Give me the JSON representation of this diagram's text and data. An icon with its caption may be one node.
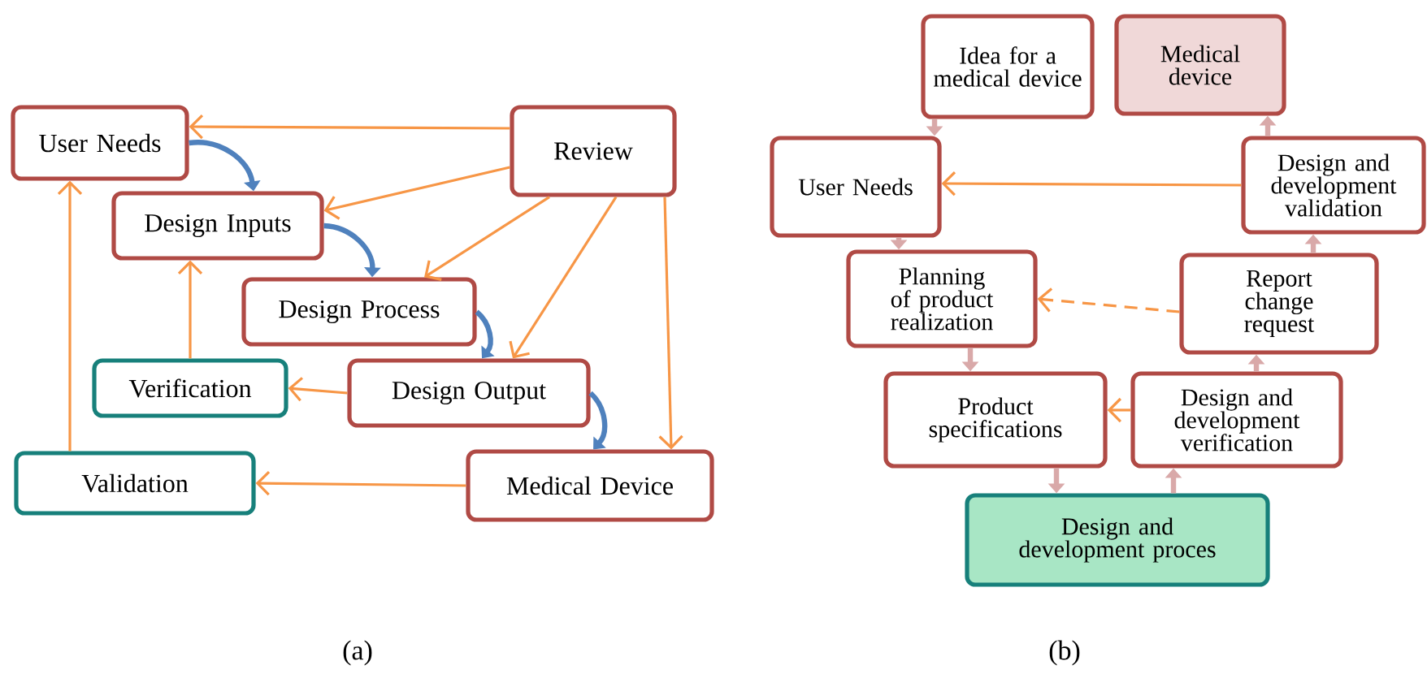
{
  "diagram": {
    "nodes": [
      {
        "text": [
          "User Needs"
        ]
      },
      {
        "text": [
          "Review"
        ]
      },
      {
        "text": [
          "Design Inputs"
        ]
      },
      {
        "text": [
          "Design Process"
        ]
      },
      {
        "text": [
          "Verification"
        ]
      },
      {
        "text": [
          "Design Output"
        ]
      },
      {
        "text": [
          "Validation"
        ]
      },
      {
        "text": [
          "Medical Device"
        ]
      },
      {
        "text": [
          "Idea for a medical device"
        ]
      },
      {
        "text": [
          "Medical device"
        ]
      },
      {
        "text": [
          "User Needs"
        ]
      },
      {
        "text": [
          "Design and development validation"
        ]
      },
      {
        "text": [
          "Planning of product realization"
        ]
      },
      {
        "text": [
          "Report change request"
        ]
      },
      {
        "text": [
          "Product specifications"
        ]
      },
      {
        "text": [
          "Design and development verification"
        ]
      },
      {
        "text": [
          "Design and development proces"
        ]
      }
    ],
    "edges": [
      {
        "from": 0,
        "to": 2,
        "arrow": "to",
        "style": "thick",
        "color": "#4f81bd"
      },
      {
        "from": 2,
        "to": 3,
        "arrow": "to",
        "style": "thick",
        "color": "#4f81bd"
      },
      {
        "from": 3,
        "to": 5,
        "arrow": "to",
        "style": "thick",
        "color": "#4f81bd"
      },
      {
        "from": 5,
        "to": 7,
        "arrow": "to",
        "style": "thick",
        "color": "#4f81bd"
      },
      {
        "from": 1,
        "to": 0,
        "arrow": "to"
      },
      {
        "from": 1,
        "to": 2,
        "arrow": "to"
      },
      {
        "from": 1,
        "to": 3,
        "arrow": "to"
      },
      {
        "from": 1,
        "to": 5,
        "arrow": "to"
      },
      {
        "from": 1,
        "to": 7,
        "arrow": "to"
      },
      {
        "from": 5,
        "to": 4,
        "arrow": "to"
      },
      {
        "from": 4,
        "to": 2,
        "arrow": "to"
      },
      {
        "from": 7,
        "to": 6,
        "arrow": "to"
      },
      {
        "from": 6,
        "to": 0,
        "arrow": "to"
      },
      {
        "from": 8,
        "to": 10,
        "arrow": "to",
        "style": "thick",
        "color": "#d9a9a9"
      },
      {
        "from": 10,
        "to": 12,
        "arrow": "to",
        "style": "thick",
        "color": "#d9a9a9"
      },
      {
        "from": 12,
        "to": 14,
        "arrow": "to",
        "style": "thick",
        "color": "#d9a9a9"
      },
      {
        "from": 14,
        "to": 16,
        "arrow": "to",
        "style": "thick",
        "color": "#d9a9a9"
      },
      {
        "from": 16,
        "to": 15,
        "arrow": "to",
        "style": "thick",
        "color": "#d9a9a9"
      },
      {
        "from": 15,
        "to": 13,
        "arrow": "to",
        "style": "thick",
        "color": "#d9a9a9"
      },
      {
        "from": 13,
        "to": 11,
        "arrow": "to",
        "style": "thick",
        "color": "#d9a9a9"
      },
      {
        "from": 11,
        "to": 9,
        "arrow": "to",
        "style": "thick",
        "color": "#d9a9a9"
      },
      {
        "from": 11,
        "to": 10,
        "arrow": "to"
      },
      {
        "from": 13,
        "to": 12,
        "arrow": "to",
        "style": "dashed"
      },
      {
        "from": 15,
        "to": 14,
        "arrow": "to"
      }
    ],
    "labels": [
      "(a)",
      "(b)"
    ]
  }
}
